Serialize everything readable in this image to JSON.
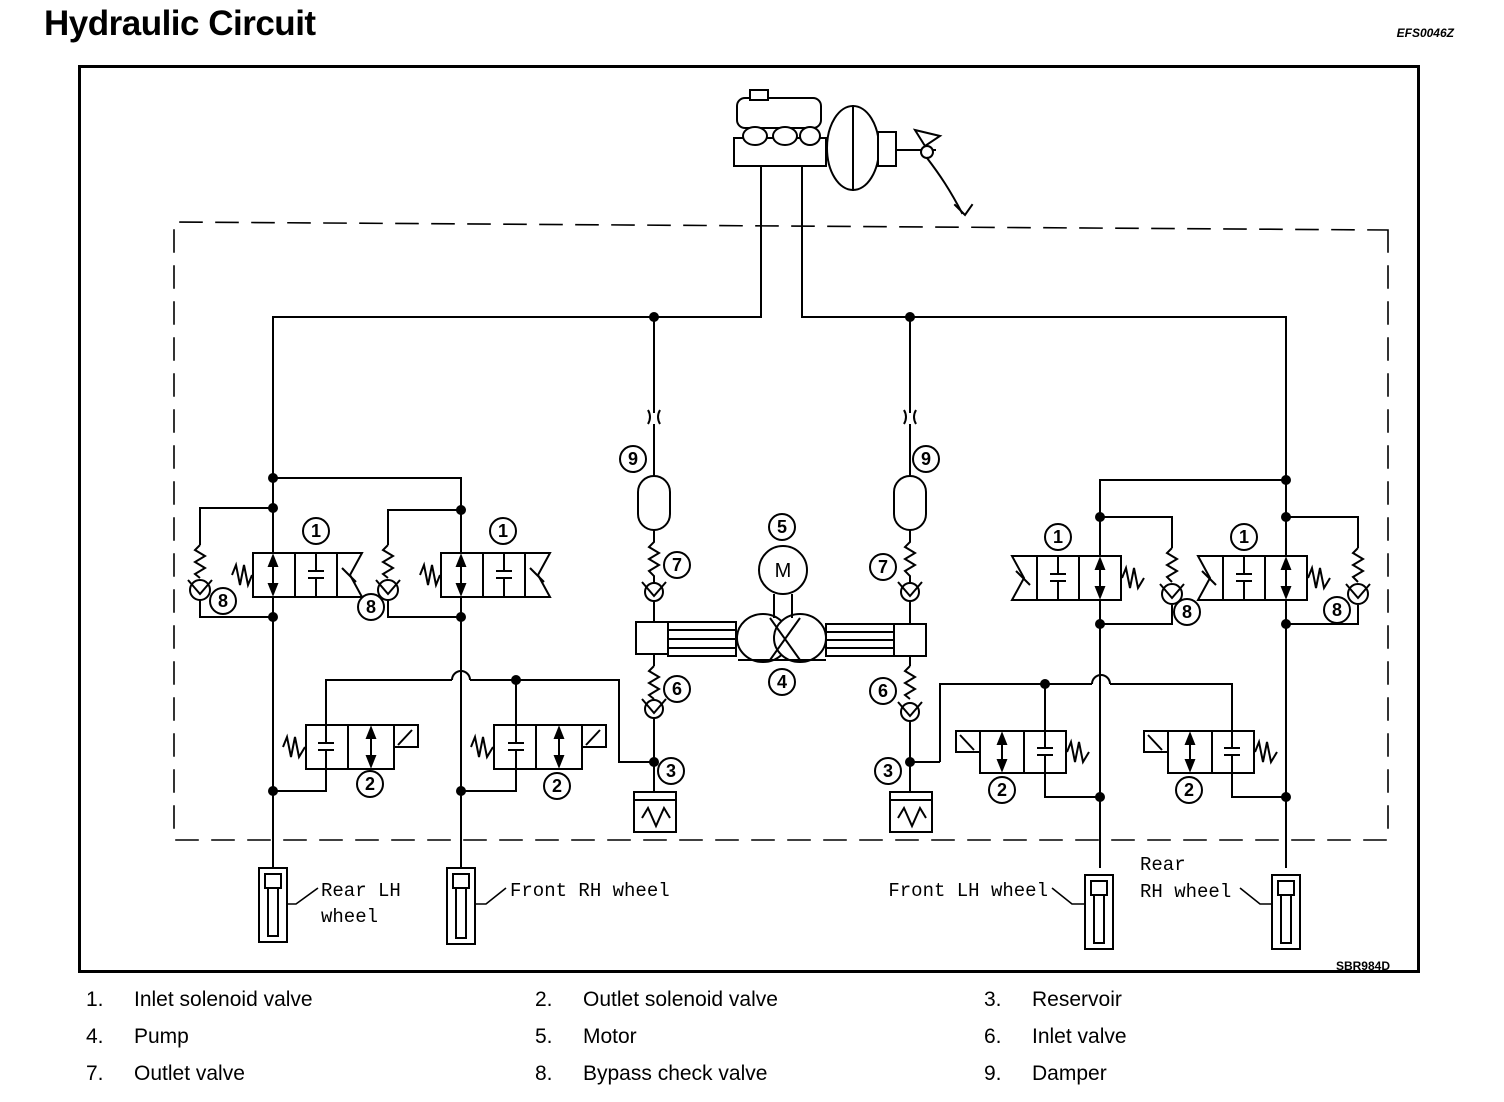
{
  "title": "Hydraulic Circuit",
  "doc_code": "EFS0046Z",
  "figure_code": "SBR984D",
  "motor_symbol": "M",
  "wheels": {
    "rear_lh": [
      "Rear LH",
      "wheel"
    ],
    "front_rh": "Front RH wheel",
    "front_lh": "Front LH wheel",
    "rear_rh": [
      "Rear",
      "RH wheel"
    ]
  },
  "callouts": {
    "c1": "1",
    "c2": "2",
    "c3": "3",
    "c4": "4",
    "c5": "5",
    "c6": "6",
    "c7": "7",
    "c8": "8",
    "c9": "9"
  },
  "legend": [
    {
      "num": "1.",
      "label": "Inlet solenoid valve"
    },
    {
      "num": "2.",
      "label": "Outlet solenoid valve"
    },
    {
      "num": "3.",
      "label": "Reservoir"
    },
    {
      "num": "4.",
      "label": "Pump"
    },
    {
      "num": "5.",
      "label": "Motor"
    },
    {
      "num": "6.",
      "label": "Inlet valve"
    },
    {
      "num": "7.",
      "label": "Outlet valve"
    },
    {
      "num": "8.",
      "label": "Bypass check valve"
    },
    {
      "num": "9.",
      "label": "Damper"
    }
  ]
}
